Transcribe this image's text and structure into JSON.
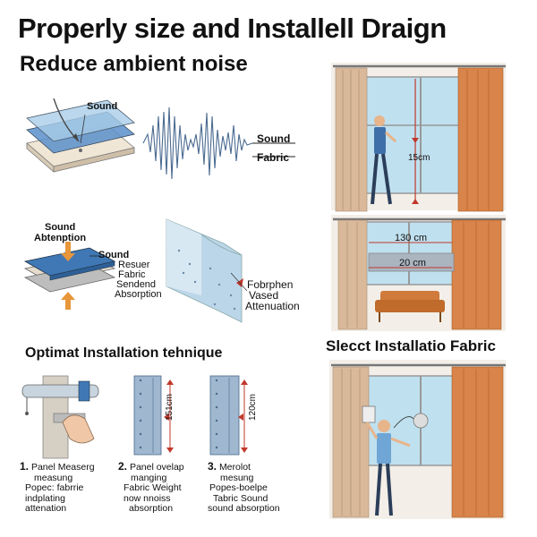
{
  "title": "Properly size and Installell Draign",
  "subtitle": "Reduce ambient noise",
  "sound_panel": {
    "sound_label": "Sound",
    "wave_label_1": "Sound",
    "wave_label_2": "Fabric"
  },
  "absorption_panel": {
    "heading_line1": "Sound",
    "heading_line2": "Abtenption",
    "layer_label_1": "Sound",
    "layer_label_2": "Resuer",
    "layer_label_3": "Fabric",
    "layer_label_4": "Sendend",
    "layer_label_5": "Absorption",
    "fold_label_1": "Fobrphen",
    "fold_label_2": "Vased",
    "fold_label_3": "Attenuation"
  },
  "window_panels": {
    "measure_top": "15cm",
    "rod_width": "130 cm",
    "drop_width": "20 cm"
  },
  "installation": {
    "heading": "Optimat Installation tehnique",
    "panel2_measure": "151cm",
    "panel3_measure": "120cm",
    "steps": [
      {
        "num": "1.",
        "line1": "Panel Measerg",
        "line2": "measung",
        "line3": "Popec: fabrrie",
        "line4": "indplating",
        "line5": "attenation"
      },
      {
        "num": "2.",
        "line1": "Panel ovelap",
        "line2": "manging",
        "line3": "Fabric Weight",
        "line4": "now nnoiss",
        "line5": "absorption"
      },
      {
        "num": "3.",
        "line1": "Merolot",
        "line2": "mesung",
        "line3": "Popes-boelpe",
        "line4": "Tabric Sound",
        "line5": "sound absorption"
      }
    ]
  },
  "fabric_section": {
    "heading": "Slecct Installatio Fabric"
  },
  "colors": {
    "sheer_curtain": "#d9b99a",
    "orange_curtain": "#d9844a",
    "window_glass": "#bfe0ef",
    "sofa": "#d07a3c",
    "foam_blue": "#3f78b5",
    "measure_red": "#c0392b"
  }
}
